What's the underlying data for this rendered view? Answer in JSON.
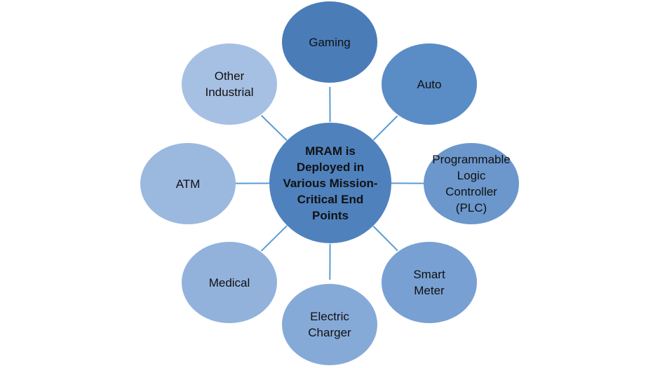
{
  "center": {
    "label": "MRAM is Deployed in Various Mission-Critical End Points",
    "color": "#4f81bd"
  },
  "nodes": [
    {
      "label": "Gaming",
      "color": "#4a7cb8"
    },
    {
      "label": "Auto",
      "color": "#5a8cc6"
    },
    {
      "label": "Programmable Logic Controller (PLC)",
      "color": "#6b97cc"
    },
    {
      "label": "Smart Meter",
      "color": "#78a0d2"
    },
    {
      "label": "Electric Charger",
      "color": "#86aad8"
    },
    {
      "label": "Medical",
      "color": "#92b2dc"
    },
    {
      "label": "ATM",
      "color": "#9bb8df"
    },
    {
      "label": "Other Industrial",
      "color": "#a6c0e3"
    }
  ],
  "connector_color": "#5b9bd5"
}
